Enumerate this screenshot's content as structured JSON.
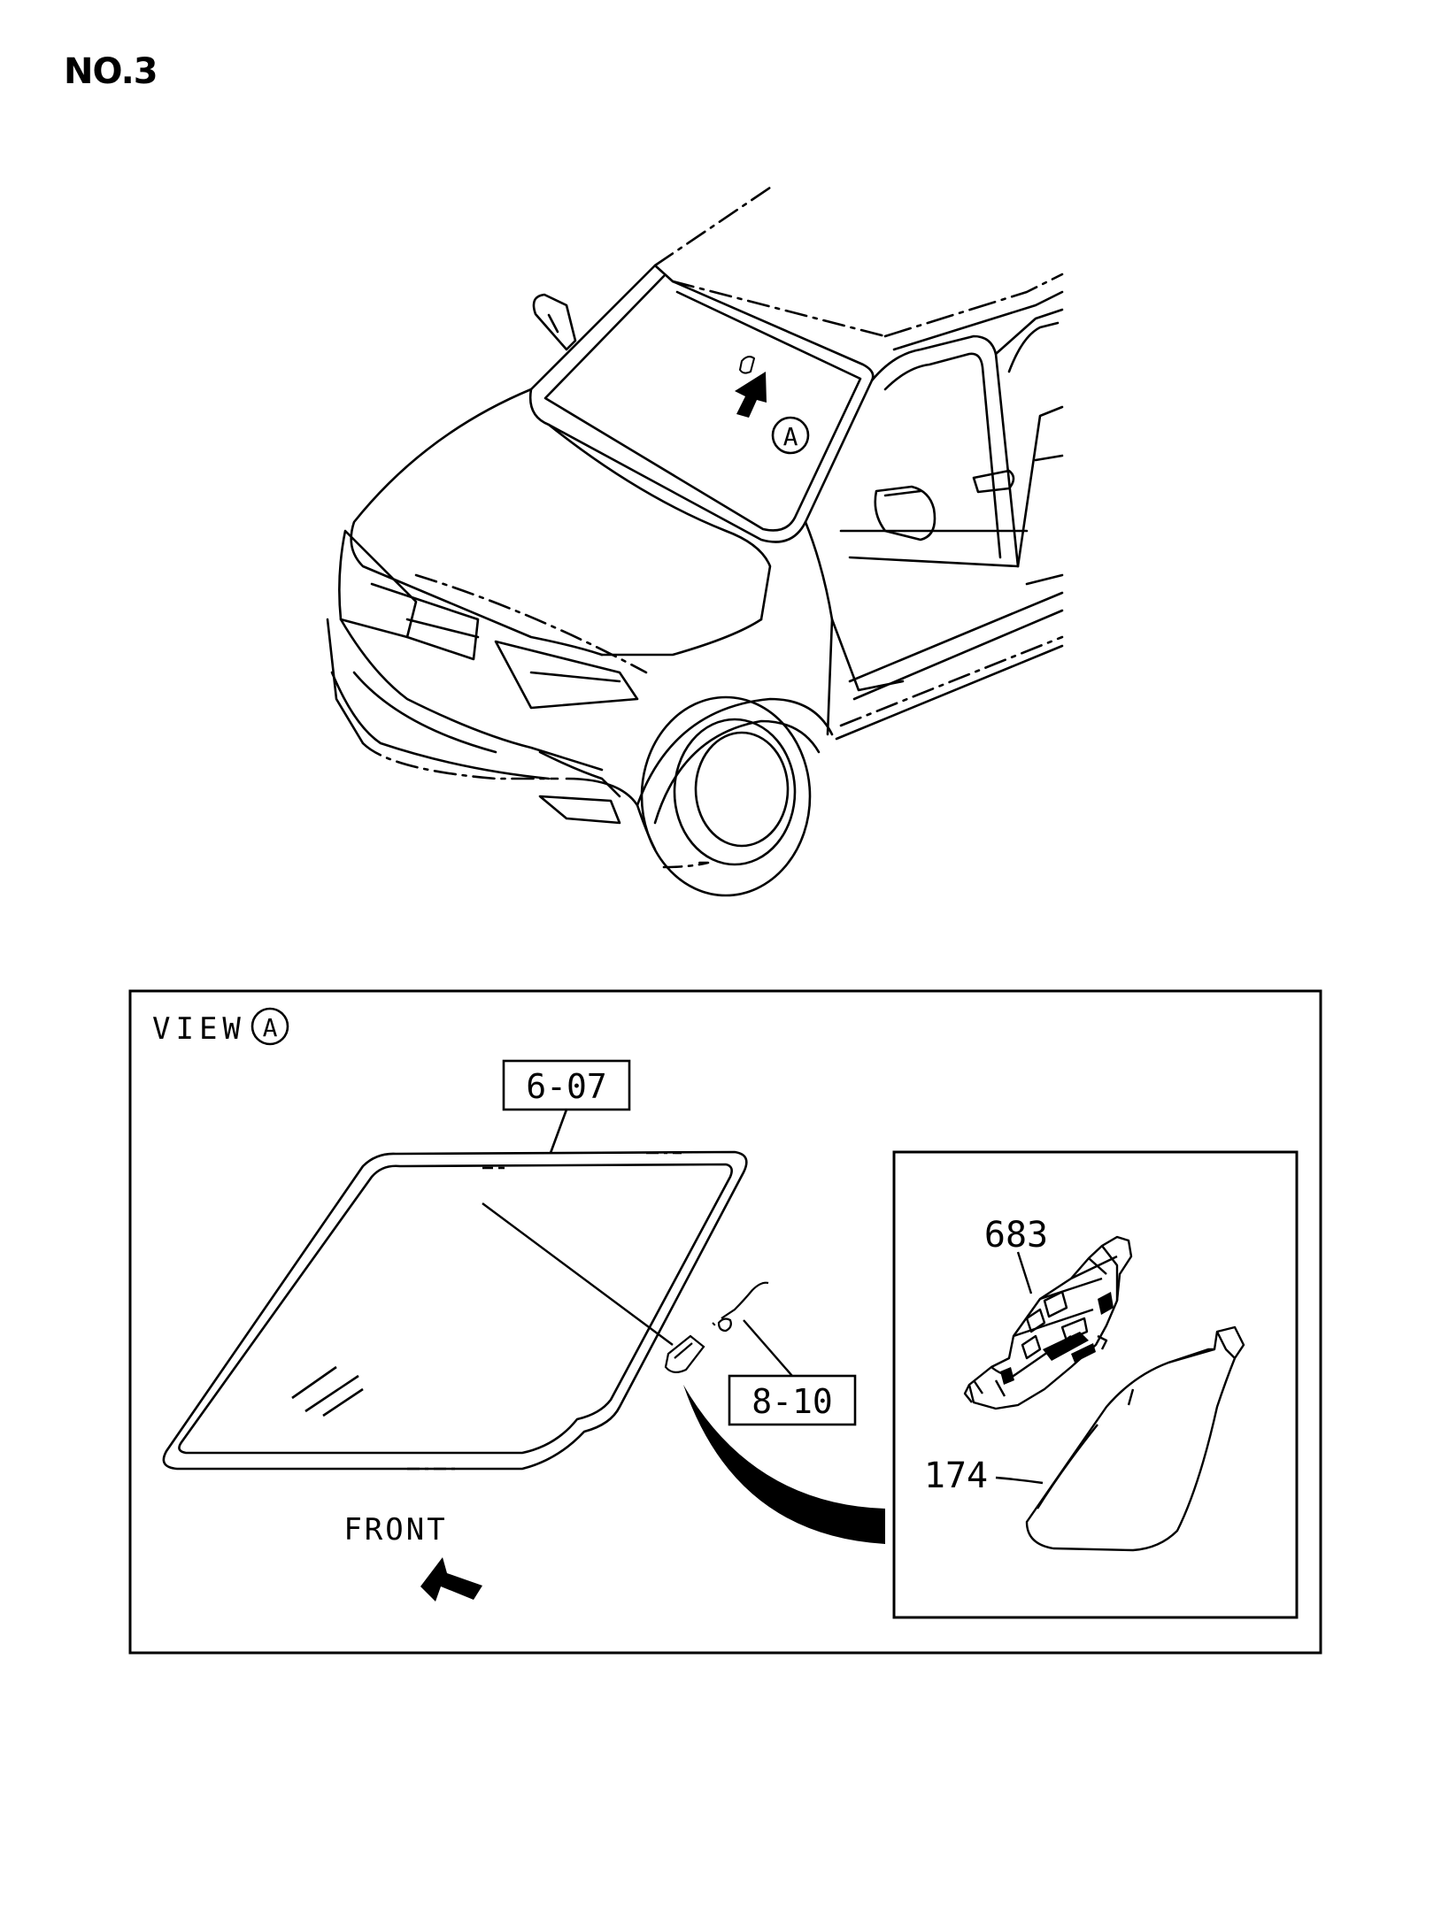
{
  "page_label": "NO.3",
  "vehicle_view": {
    "marker": "A"
  },
  "detail_view": {
    "title": "VIEW",
    "marker": "A",
    "front_label": "FRONT",
    "callouts": {
      "windshield_ref": "6-07",
      "harness_ref": "8-10",
      "sensor_part": "683",
      "cover_part": "174"
    }
  }
}
